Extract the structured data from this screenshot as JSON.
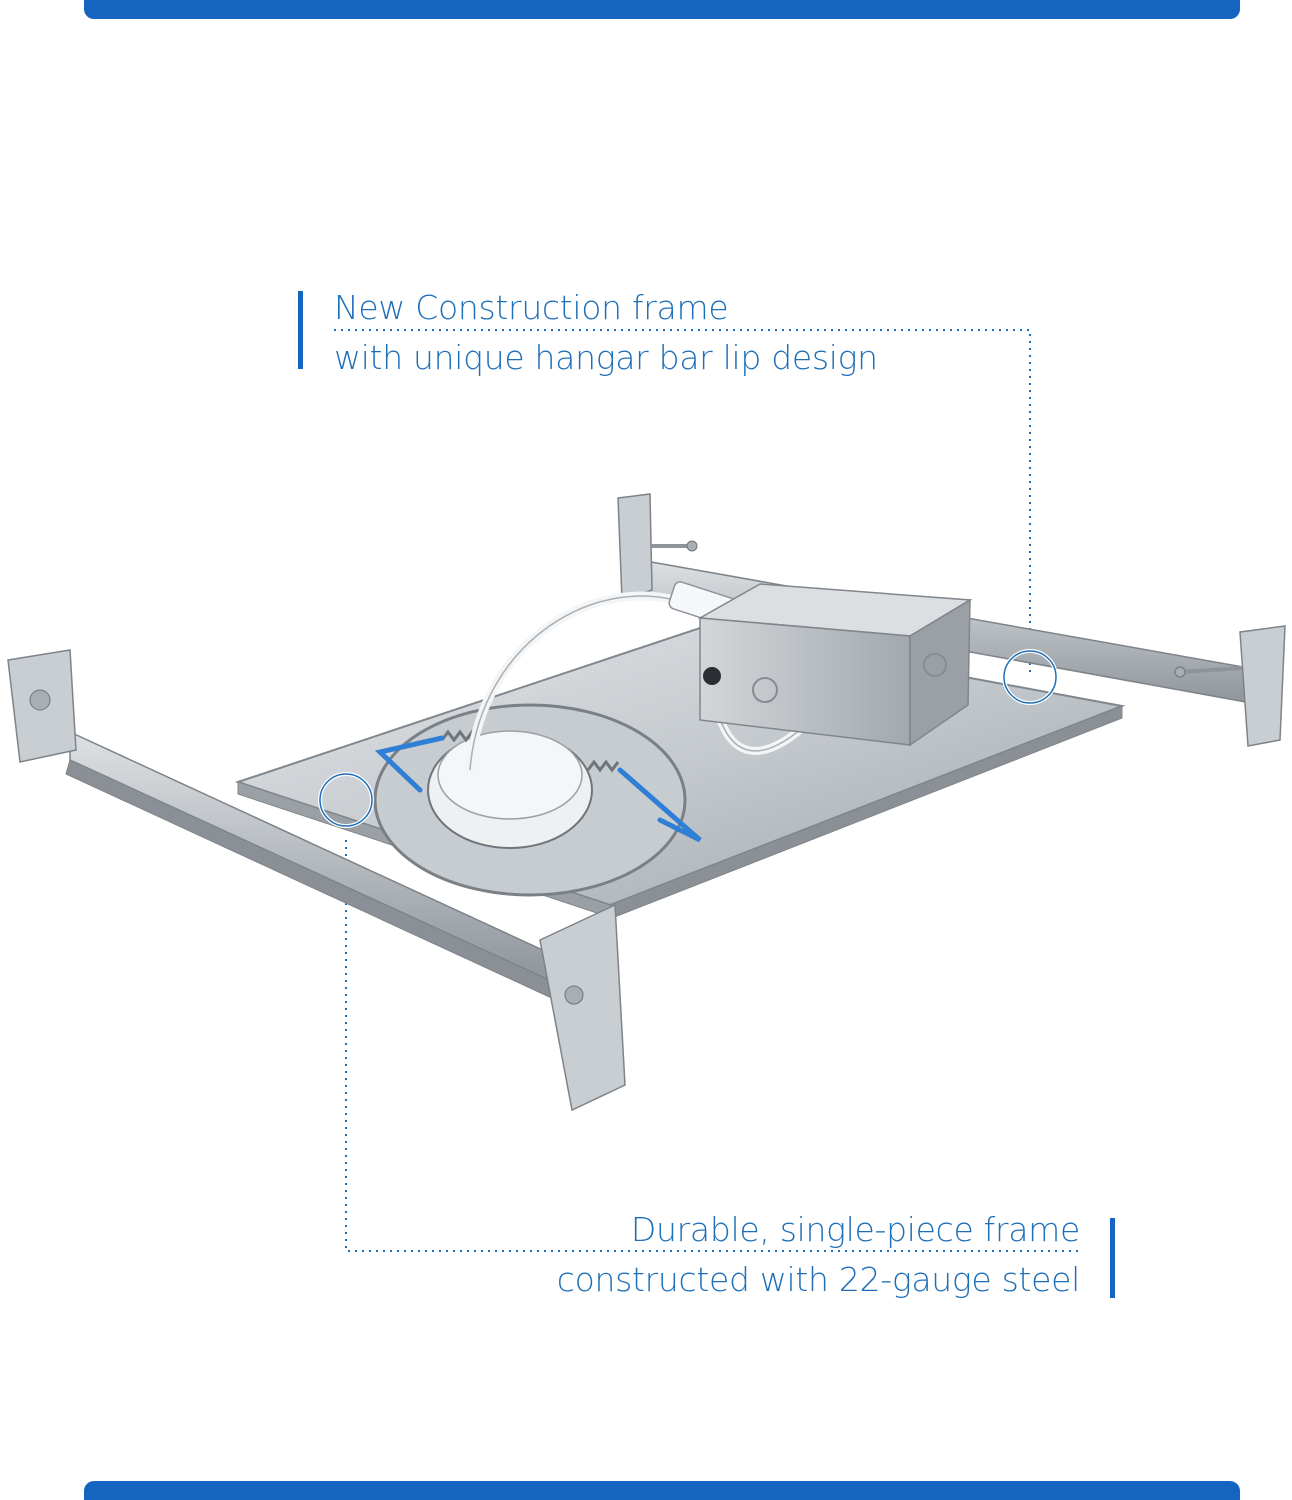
{
  "callouts": {
    "top": {
      "line1": "New Construction frame",
      "line2": "with unique hangar bar lip design"
    },
    "bottom": {
      "line1": "Durable, single-piece frame",
      "line2": "constructed with 22-gauge steel"
    }
  },
  "colors": {
    "accent": "#1565c0",
    "callout_text": "#1e6fb8",
    "metal": "#b7bcc1",
    "metal_dark": "#7d8388"
  },
  "icons": {
    "highlight": "circle-outline"
  }
}
